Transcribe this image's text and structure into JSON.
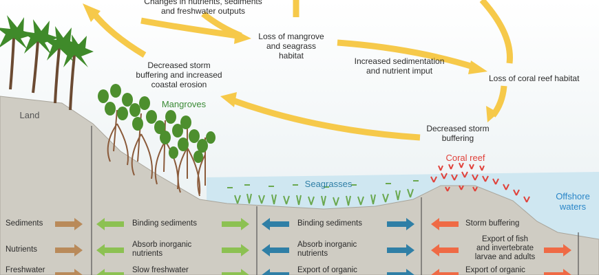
{
  "cycle": {
    "changes_outputs": "Changes in nutrients, sediments\nand freshwater outputs",
    "loss_mangrove": "Loss of mangrove\nand seagrass\nhabitat",
    "increased_sedimentation": "Increased sedimentation\nand nutrient imput",
    "loss_coral": "Loss of coral reef habitat",
    "decreased_buffering_erosion": "Decreased storm\nbuffering and increased\ncoastal erosion",
    "decreased_buffering": "Decreased storm\nbuffering"
  },
  "zones": {
    "land": "Land",
    "mangroves": "Mangroves",
    "seagrasses": "Seagrasses",
    "coral_reef": "Coral reef",
    "offshore": "Offshore\nwaters"
  },
  "rows": {
    "labels": [
      "Sediments",
      "Nutrients",
      "Freshwater"
    ],
    "mangroves": [
      "Binding sediments",
      "Absorb inorganic\nnutrients",
      "Slow freshwater"
    ],
    "seagrasses": [
      "Binding sediments",
      "Absorb inorganic\nnutrients",
      "Export of organic"
    ],
    "coral": [
      "Storm buffering",
      "Export of fish\nand invertebrate\nlarvae and adults",
      "Export of organic"
    ]
  },
  "colors": {
    "cycle_arrow": "#f6c94a",
    "land_arrow": "#b98a5a",
    "mangrove_arrow": "#8cc152",
    "seagrass_arrow": "#2f7fa6",
    "coral_arrow": "#ef6a45",
    "mangrove_label": "#3a8a35",
    "seagrass_label": "#2f7fa6",
    "coral_label": "#e0413a",
    "offshore_label": "#2a86c8",
    "sediment_fill": "#cfccc3",
    "water": "#cfe7f1",
    "tree_green": "#4d8f2e",
    "trunk": "#8a5a3a"
  }
}
